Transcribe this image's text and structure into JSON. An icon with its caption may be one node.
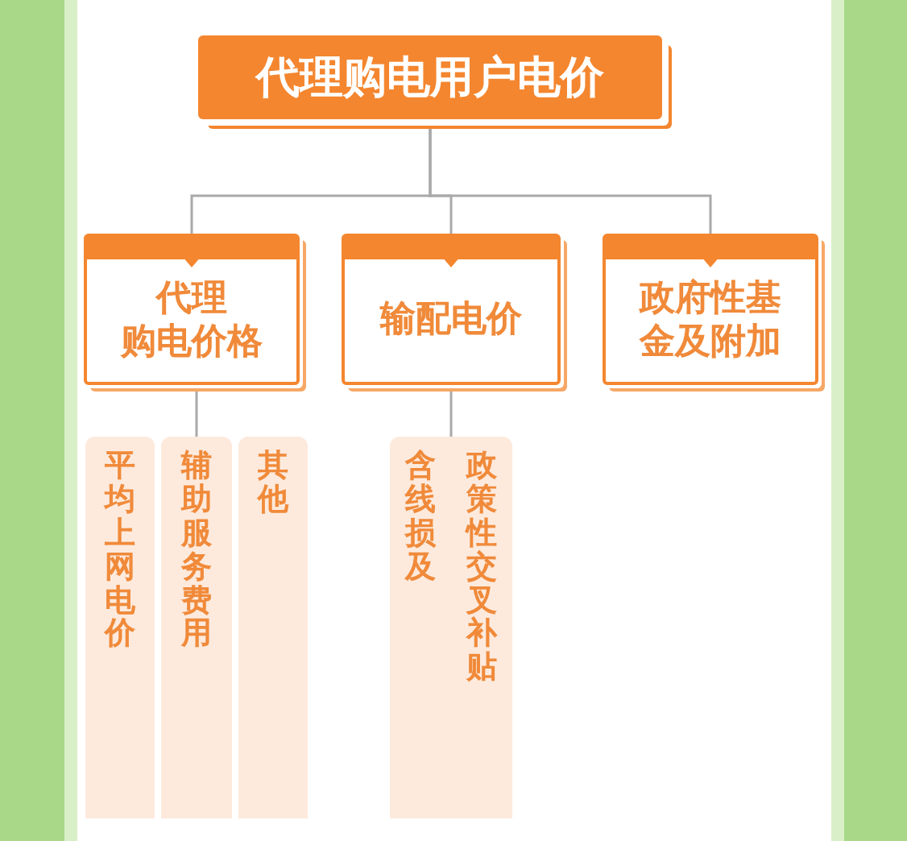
{
  "diagram": {
    "nodes": [
      {
        "text": [
          "代理购电用户电价"
        ]
      },
      {
        "text": [
          "代理购电价格"
        ]
      },
      {
        "text": [
          "输配电价"
        ]
      },
      {
        "text": [
          "政府性基金及附加"
        ]
      },
      {
        "text": [
          "平均上网电价"
        ]
      },
      {
        "text": [
          "辅助服务费用"
        ]
      },
      {
        "text": [
          "其他"
        ]
      },
      {
        "text": [
          "含线损及",
          "政策性交叉补贴"
        ]
      }
    ],
    "edges": [
      {
        "from": 0,
        "to": 1,
        "arrow": "none"
      },
      {
        "from": 0,
        "to": 2,
        "arrow": "none"
      },
      {
        "from": 0,
        "to": 3,
        "arrow": "none"
      },
      {
        "from": 1,
        "to": 5,
        "arrow": "none"
      },
      {
        "from": 2,
        "to": 7,
        "arrow": "none"
      }
    ]
  }
}
